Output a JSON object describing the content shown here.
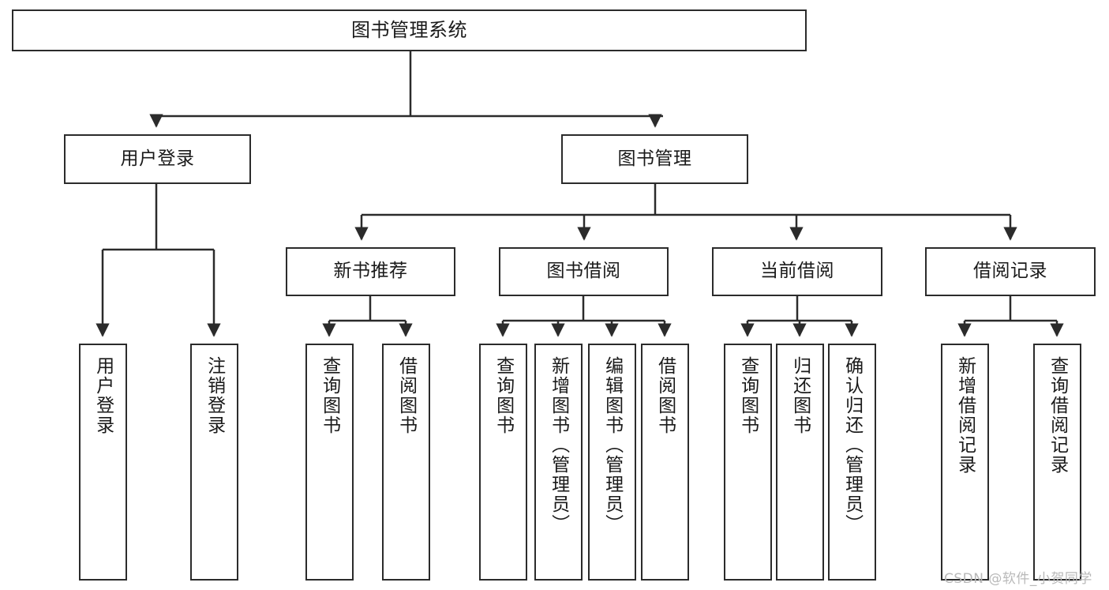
{
  "diagram": {
    "title": "图书管理系统",
    "type": "hierarchy-tree",
    "watermark": "CSDN @软件_小贺同学",
    "colors": {
      "stroke": "#2b2b2b",
      "fill": "#ffffff",
      "text": "#1a1a1a",
      "watermark": "#b9b9b9"
    },
    "nodes": {
      "root": {
        "label": "图书管理系统"
      },
      "level2": [
        {
          "label": "用户登录"
        },
        {
          "label": "图书管理"
        }
      ],
      "level3": [
        {
          "label": "新书推荐"
        },
        {
          "label": "图书借阅"
        },
        {
          "label": "当前借阅"
        },
        {
          "label": "借阅记录"
        }
      ],
      "leaves_user_login": [
        {
          "label": "用户登录"
        },
        {
          "label": "注销登录"
        }
      ],
      "leaves_new_book": [
        {
          "label": "查询图书"
        },
        {
          "label": "借阅图书"
        }
      ],
      "leaves_borrow": [
        {
          "label": "查询图书"
        },
        {
          "label": "新增图书（管理员）"
        },
        {
          "label": "编辑图书（管理员）"
        },
        {
          "label": "借阅图书"
        }
      ],
      "leaves_current": [
        {
          "label": "查询图书"
        },
        {
          "label": "归还图书"
        },
        {
          "label": "确认归还（管理员）"
        }
      ],
      "leaves_records": [
        {
          "label": "新增借阅记录"
        },
        {
          "label": "查询借阅记录"
        }
      ]
    }
  }
}
